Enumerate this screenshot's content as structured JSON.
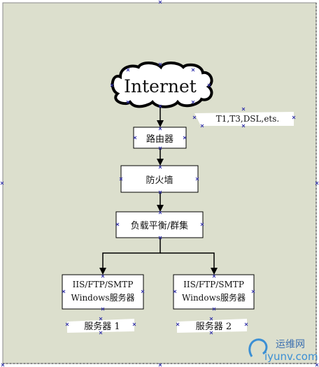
{
  "diagram": {
    "cloud_label": "Internet",
    "link_label": "T1,T3,DSL,ets.",
    "router_label": "路由器",
    "firewall_label": "防火墙",
    "balancer_label": "负载平衡/群集",
    "server1": {
      "line1": "IIS/FTP/SMTP",
      "line2": "Windows服务器",
      "caption": "服务器 1"
    },
    "server2": {
      "line1": "IIS/FTP/SMTP",
      "line2": "Windows服务器",
      "caption": "服务器 2"
    }
  },
  "watermark": {
    "cn": "运维网",
    "url": "iyunv.com"
  },
  "colors": {
    "canvas": "#dcdfcd",
    "box": "#ffffff",
    "line": "#000000",
    "handle": "#3333aa"
  }
}
